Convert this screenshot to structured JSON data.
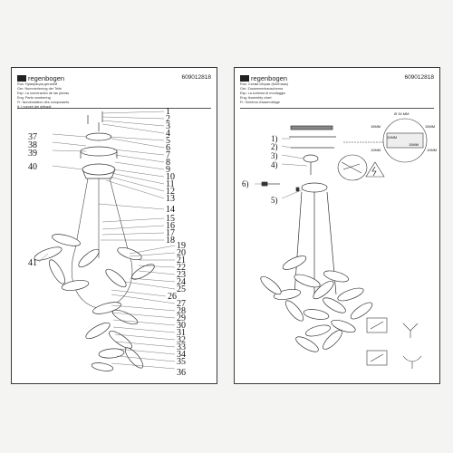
{
  "left_sheet": {
    "brand": "regenbogen",
    "code": "609012818",
    "header_lines": [
      "Rus: Нумерация деталей",
      "Ger: Nummerierung der Teile",
      "Esp: La numeración de las piezas",
      "Eng: Parts numbering",
      "Fr: Numérotation des composants",
      "It: I numeri dei dettagli"
    ],
    "part_numbers": [
      "1",
      "2",
      "3",
      "4",
      "5",
      "6",
      "7",
      "8",
      "9",
      "10",
      "11",
      "12",
      "13",
      "14",
      "15",
      "16",
      "17",
      "18",
      "19",
      "20",
      "21",
      "22",
      "23",
      "24",
      "25",
      "26",
      "27",
      "28",
      "29",
      "30",
      "31",
      "32",
      "33",
      "34",
      "35",
      "36",
      "37",
      "38",
      "39",
      "40",
      "41"
    ]
  },
  "right_sheet": {
    "brand": "regenbogen",
    "code": "609012818",
    "header_lines": [
      "Rus: Схема сборки (Монтажа)",
      "Ger: Zusammenbauschema",
      "Esp: La schema di montaggio",
      "Eng: Assembly chart",
      "Fr: Schéma d'assemblage"
    ],
    "step_labels": [
      "1)",
      "2)",
      "3)",
      "4)",
      "5)",
      "6)"
    ],
    "dimensions": [
      "Ø 34 MM",
      "15MM",
      "15MM",
      "10MM",
      "15MM",
      "10MM",
      "10MM"
    ]
  }
}
